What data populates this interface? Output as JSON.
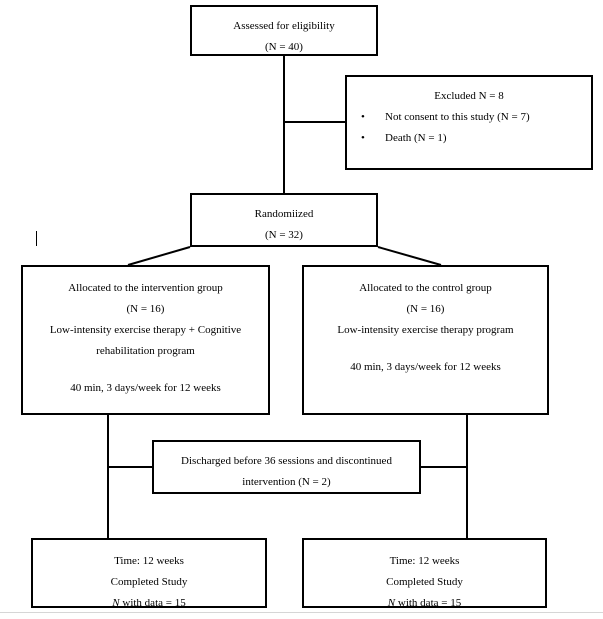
{
  "diagram": {
    "title": "CONSORT participant flow diagram",
    "type": "flowchart",
    "line_color": "#000000",
    "background_color": "#ffffff"
  },
  "nodes": {
    "assessed": {
      "name": "assessed-for-eligibility",
      "lines": [
        "Assessed for eligibility",
        "(N = 40)"
      ]
    },
    "excluded": {
      "name": "excluded",
      "heading": "Excluded N = 8",
      "bullets": [
        "Not consent to this study (N = 7)",
        "Death (N = 1)"
      ]
    },
    "randomized": {
      "name": "randomized",
      "lines": [
        "Randomiized",
        "(N = 32)"
      ]
    },
    "intervention": {
      "name": "allocated-intervention-group",
      "lines": [
        "Allocated to the intervention group",
        "(N = 16)",
        "Low-intensity exercise therapy + Cognitive",
        "rehabilitation program"
      ],
      "lines_after_gap": [
        "40 min, 3 days/week for 12 weeks"
      ]
    },
    "control": {
      "name": "allocated-control-group",
      "lines": [
        "Allocated to the control group",
        "(N = 16)",
        "Low-intensity exercise therapy program"
      ],
      "lines_after_gap": [
        "40 min, 3 days/week for 12 weeks"
      ]
    },
    "discharged": {
      "name": "discharged-discontinued",
      "lines": [
        "Discharged before 36 sessions and discontinued",
        "intervention (N = 2)"
      ]
    },
    "completed_left": {
      "name": "completed-study-intervention",
      "lines": [
        "Time: 12 weeks",
        "Completed Study"
      ],
      "n_label": "N",
      "n_suffix": " with data = 15"
    },
    "completed_right": {
      "name": "completed-study-control",
      "lines": [
        "Time: 12 weeks",
        "Completed Study"
      ],
      "n_label": "N",
      "n_suffix": " with data = 15"
    }
  },
  "edges": [
    {
      "name": "assessed-to-randomized",
      "from": "assessed",
      "to": "randomized"
    },
    {
      "name": "assessed-to-excluded",
      "from": "assessed",
      "to": "excluded"
    },
    {
      "name": "randomized-to-intervention",
      "from": "randomized",
      "to": "intervention"
    },
    {
      "name": "randomized-to-control",
      "from": "randomized",
      "to": "control"
    },
    {
      "name": "intervention-to-completed-left",
      "from": "intervention",
      "to": "completed_left"
    },
    {
      "name": "control-to-completed-right",
      "from": "control",
      "to": "completed_right"
    },
    {
      "name": "intervention-to-discharged",
      "from": "intervention",
      "to": "discharged"
    },
    {
      "name": "control-to-discharged",
      "from": "control",
      "to": "discharged"
    }
  ]
}
